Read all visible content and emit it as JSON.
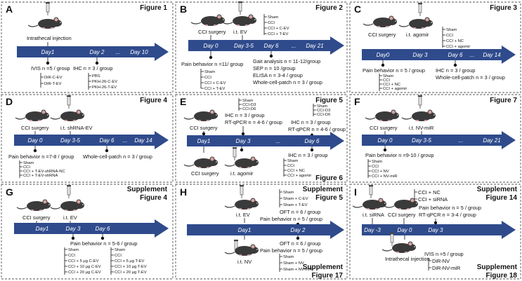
{
  "colors": {
    "arrow": "#2f4b8c",
    "frame": "#555555",
    "mouse": "#3a3a3a",
    "ear": "#d9a3a3"
  },
  "panels": {
    "A": {
      "letter": "A",
      "figure": "Figure 1",
      "labels": {
        "injection": "Intrathecal injection",
        "ivis": "IVIS n =5 / group",
        "ihc": "IHC n = 3 / group"
      },
      "days": [
        "Day1",
        "Day 2",
        "...",
        "Day 10"
      ],
      "groups_ivis": [
        "DiR-C-EV",
        "DiR-T-EV"
      ],
      "groups_ihc": [
        "PBS",
        "PKH-26-C-EV",
        "PKH-26-T-EV"
      ]
    },
    "B": {
      "letter": "B",
      "figure": "Figure 2",
      "labels": {
        "cci": "CCI surgery",
        "ev": "i.t. EV",
        "pain": "Pain behavior n =11/ group",
        "gait": "Gait analysis n = 11-12/group",
        "sep": "SEP n = 10 /group",
        "elisa": "ELISA n = 3-4 / group",
        "patch": "Whole-cell-patch n = 3 / group"
      },
      "days": [
        "Day 0",
        "Day 3-5",
        "Day 6",
        "...",
        "Day 21"
      ],
      "groups_top": [
        "Sham",
        "CCI",
        "CCI + C-EV",
        "CCI + T-EV"
      ],
      "groups_bottom": [
        "Sham",
        "CCI",
        "CCI + C-EV",
        "CCI + T-EV"
      ]
    },
    "C": {
      "letter": "C",
      "figure": "Figure 3",
      "labels": {
        "cci": "CCI surgery",
        "agomir": "i.t. agomir",
        "pain": "Pain behavior n = 5 / group",
        "ihc": "IHC n = 3 / group",
        "patch": "Whole-cell-patch n = 3 / group"
      },
      "days": [
        "Day0",
        "Day 3",
        "Day 6",
        "...",
        "Day 14"
      ],
      "groups_top": [
        "Sham",
        "CCI",
        "CCI + NC",
        "CCI + agomir"
      ],
      "groups_bottom": [
        "Sham",
        "CCI",
        "CCI + NC",
        "CCI + agomir"
      ]
    },
    "D": {
      "letter": "D",
      "figure": "Figure 4",
      "labels": {
        "cci": "CCI surgery",
        "shrna": "i.t. shRNA-EV",
        "pain": "Pain behavior n =7-8 / group",
        "patch": "Whole-cell-patch n = 3 / group"
      },
      "days": [
        "Day 0",
        "Day 3-5",
        "Day 6",
        "...",
        "Day 14"
      ],
      "groups": [
        "Sham",
        "CCI",
        "CCI + T-EV-shRNA-NC",
        "CCI + T-EV-shRNA"
      ]
    },
    "E": {
      "letter": "E",
      "figure_top": "Figure 5",
      "figure_bottom": "Figure 6",
      "labels": {
        "cci_top": "CCI surgery",
        "cci_bottom": "CCI surgery",
        "agomir": "i.t. agomir",
        "ihc1": "IHC n = 3 / group",
        "rt1": "RT-qPCR n = 4-6 / group",
        "ihc2": "IHC n = 3 / group",
        "rt2": "RT-qPCR n = 4-6 / group",
        "ihc3": "IHC n = 3 / group"
      },
      "days": [
        "Day1",
        "Day 3",
        "...",
        "Day 6"
      ],
      "groups_top": [
        "Sham",
        "CCI-D3",
        "CCI-D6"
      ],
      "groups_top2": [
        "Sham",
        "CCI-D3",
        "CCI-D6"
      ],
      "groups_bottom": [
        "Sham",
        "CCI",
        "CCI + NC",
        "CCI + agomir"
      ]
    },
    "F": {
      "letter": "F",
      "figure": "Figure 7",
      "labels": {
        "cci": "CCI surgery",
        "nvmir": "i.t. NV-miR",
        "pain": "Pain behavior n =9-10 / group"
      },
      "days": [
        "Day 0",
        "Day 3-5",
        "...",
        "Day 21"
      ],
      "groups": [
        "Sham",
        "CCI",
        "CCI + NV",
        "CCI + NV-miR"
      ]
    },
    "G": {
      "letter": "G",
      "figure1": "Supplement",
      "figure2": "Figure 4",
      "labels": {
        "cci": "CCI surgery",
        "ev": "i.t. EV",
        "pain": "Pain behavior n = 5-6 / group"
      },
      "days": [
        "Day1",
        "Day 3",
        "Day 6"
      ],
      "groups_c": [
        "Sham",
        "CCI",
        "CCI + 5 μg C-EV",
        "CCI + 10 μg C-EV",
        "CCI + 20 μg C-EV"
      ],
      "groups_t": [
        "Sham",
        "CCI",
        "CCI + 5 μg T-EV",
        "CCI + 10 μg T-EV",
        "CCI + 20 μg T-EV"
      ]
    },
    "H": {
      "letter": "H",
      "figure_top1": "Supplement",
      "figure_top2": "Figure 5",
      "figure_bot1": "Supplement",
      "figure_bot2": "Figure 17",
      "labels": {
        "ev": "i.t. EV",
        "nv": "i.t. NV",
        "oft1": "OFT  n = 6 / group",
        "pain1": "Pain behavior n = 5 / group",
        "oft2": "OFT  n = 6 / group",
        "pain2": "Pain behavior n = 5 / group"
      },
      "days": [
        "Day1",
        "Day 2"
      ],
      "groups_top": [
        "Sham",
        "Sham + C-EV",
        "Sham + T-EV"
      ],
      "groups_bottom": [
        "Sham",
        "Sham + NV",
        "Sham + NV-miR"
      ]
    },
    "I": {
      "letter": "I",
      "figure_top1": "Supplement",
      "figure_top2": "Figure 14",
      "figure_bot1": "Supplement",
      "figure_bot2": "Figure 18",
      "labels": {
        "sirna": "i.t. siRNA",
        "cci": "CCI surgery",
        "rt": "RT-qPCR n = 3-4 / group",
        "pain": "Pain behavior n = 5 / group",
        "injection": "Intrathecal injection",
        "ivis": "IVIS n =5 / group"
      },
      "days": [
        "Day -3",
        "Day 0",
        "Day 3"
      ],
      "groups_top": [
        "CCI + NC",
        "CCI + siRNA"
      ],
      "groups_bottom": [
        "DiR-NV",
        "DiR-NV-miR"
      ]
    }
  }
}
